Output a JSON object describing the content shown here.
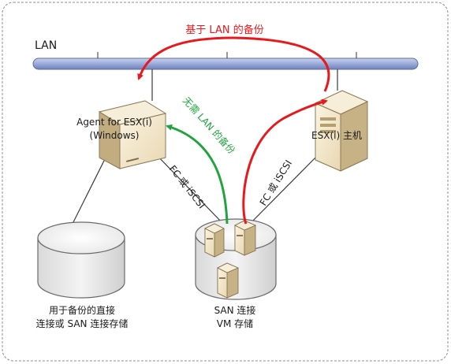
{
  "network": {
    "lan_label": "LAN"
  },
  "paths": {
    "lan_backup_label": "基于 LAN 的备份",
    "lan_free_backup_label": "无需 LAN 的备份",
    "colors": {
      "lan_path": "#e8191d",
      "lan_free_path": "#21a43f",
      "lan_bar": "#9aaad8",
      "frame": "#8c8c8c"
    }
  },
  "nodes": {
    "agent": {
      "line1": "Agent for ESX(i)",
      "line2": "(Windows)"
    },
    "esx_host": {
      "label": "ESX(i) 主机"
    },
    "local_storage": {
      "line1": "用于备份的直接",
      "line2": "连接或 SAN 连接存储"
    },
    "san_storage": {
      "line1": "SAN 连接",
      "line2": "VM 存储"
    }
  },
  "links": {
    "agent_san": "FC 或 iSCSI",
    "host_san": "FC 或 iSCSI"
  },
  "icons": [
    "server-tower-icon",
    "database-cylinder-icon",
    "lan-bus-icon",
    "arrow-icon"
  ]
}
